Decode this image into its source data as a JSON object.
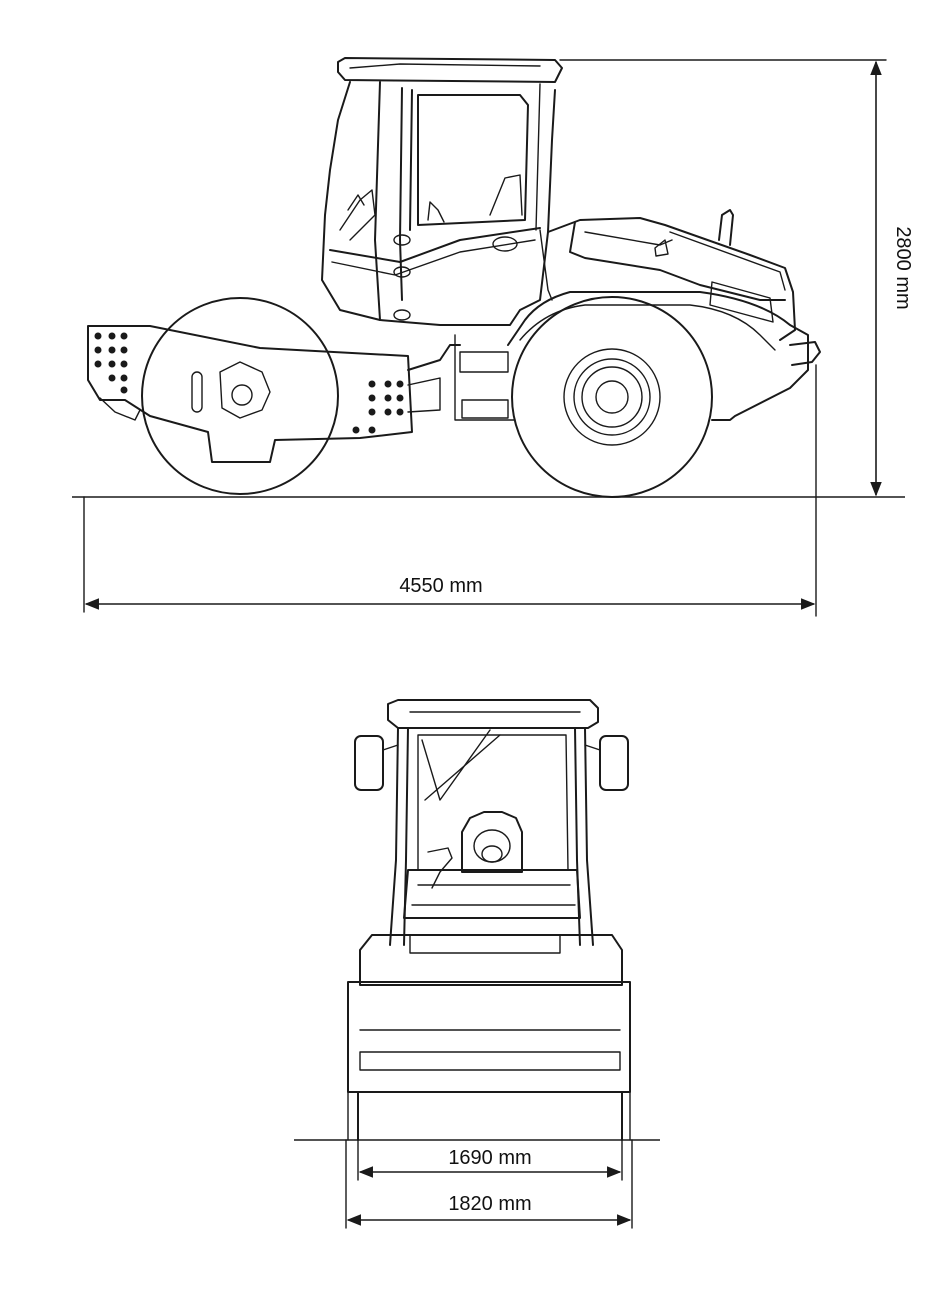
{
  "dimensions": {
    "height": "2800 mm",
    "length": "4550 mm",
    "drum_width": "1690 mm",
    "overall_width": "1820 mm"
  },
  "colors": {
    "line": "#1a1a1a",
    "background": "#ffffff"
  }
}
